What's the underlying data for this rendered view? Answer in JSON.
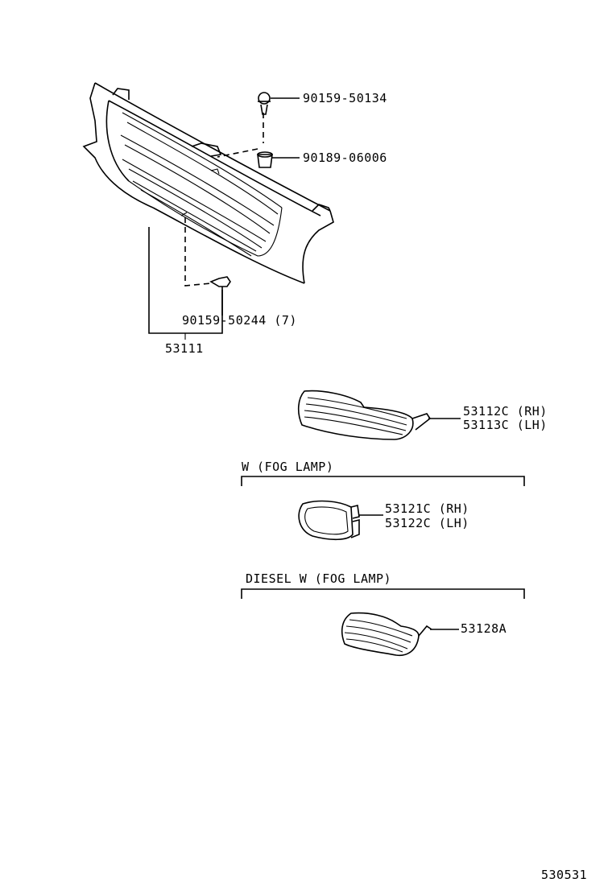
{
  "parts": {
    "clip": "90159-50134",
    "nut": "90189-06006",
    "screw": "90159-50244 (7)",
    "grille": "53111",
    "emblem_rh": "53112C (RH)",
    "emblem_lh": "53113C (LH)",
    "fog_cover_rh": "53121C (RH)",
    "fog_cover_lh": "53122C (LH)",
    "diesel_cover": "53128A"
  },
  "sections": {
    "fog_lamp": "W (FOG LAMP)",
    "diesel_fog_lamp": "DIESEL W (FOG LAMP)"
  },
  "diagram_id": "530531"
}
